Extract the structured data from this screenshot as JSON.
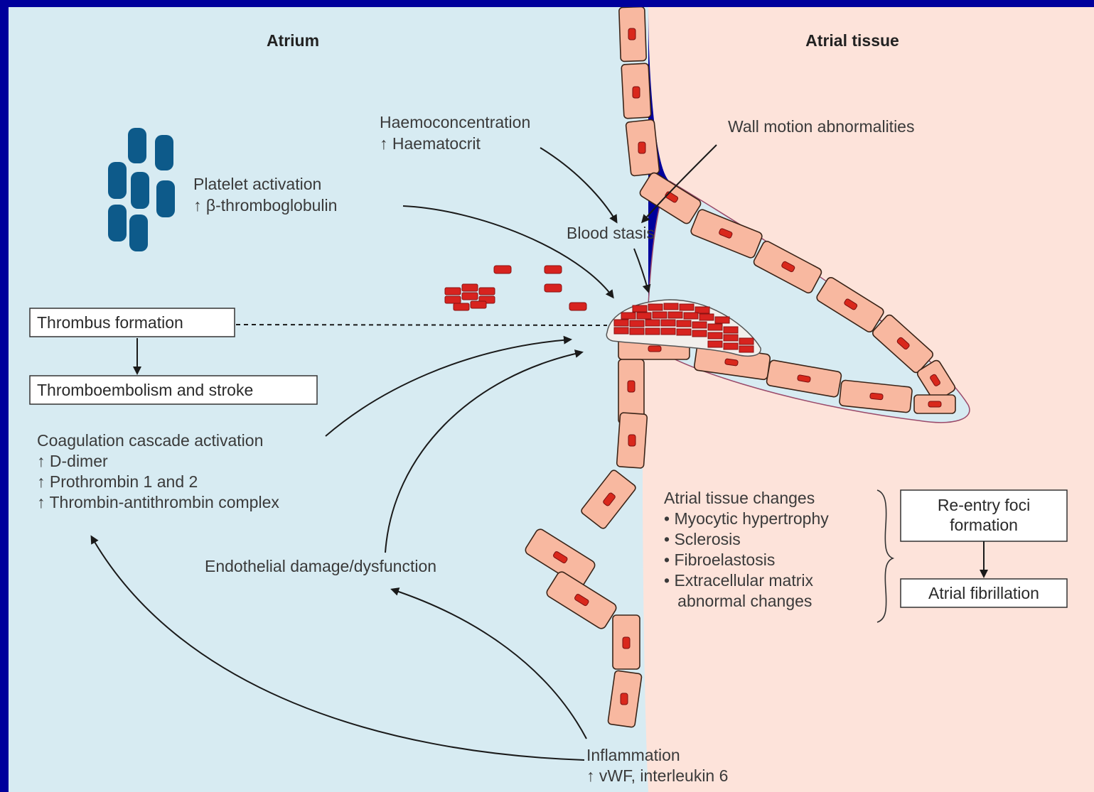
{
  "colors": {
    "frame": "#00009c",
    "atrium_bg": "#d7ebf2",
    "tissue_bg": "#fde3da",
    "cell_fill": "#f8b8a0",
    "nucleus": "#d9281c",
    "platelet": "#0d5a8a",
    "thrombus": "#d7231f"
  },
  "headings": {
    "atrium": "Atrium",
    "atrial_tissue": "Atrial tissue"
  },
  "haemoconcentration": {
    "title": "Haemoconcentration",
    "marker": "↑ Haematocrit"
  },
  "wall_motion": "Wall motion abnormalities",
  "platelet": {
    "title": "Platelet activation",
    "marker": "↑ β-thromboglobulin"
  },
  "blood_stasis": "Blood stasis",
  "boxes": {
    "thrombus_formation": "Thrombus formation",
    "thromboembolism": "Thromboembolism and stroke",
    "reentry_line1": "Re-entry foci",
    "reentry_line2": "formation",
    "atrial_fibrillation": "Atrial fibrillation"
  },
  "coagulation": {
    "title": "Coagulation cascade activation",
    "markers": [
      "↑ D-dimer",
      "↑ Prothrombin 1 and 2",
      "↑ Thrombin-antithrombin complex"
    ]
  },
  "endothelial": "Endothelial damage/dysfunction",
  "tissue_changes": {
    "title": "Atrial tissue changes",
    "items": [
      "• Myocytic hypertrophy",
      "• Sclerosis",
      "• Fibroelastosis",
      "• Extracellular matrix",
      "   abnormal changes"
    ]
  },
  "inflammation": {
    "title": "Inflammation",
    "marker": "↑ vWF, interleukin 6"
  },
  "icons": {
    "platelets": "platelet-cluster-icon",
    "rbc": "red-blood-cell-icon",
    "thrombus": "thrombus-icon"
  }
}
